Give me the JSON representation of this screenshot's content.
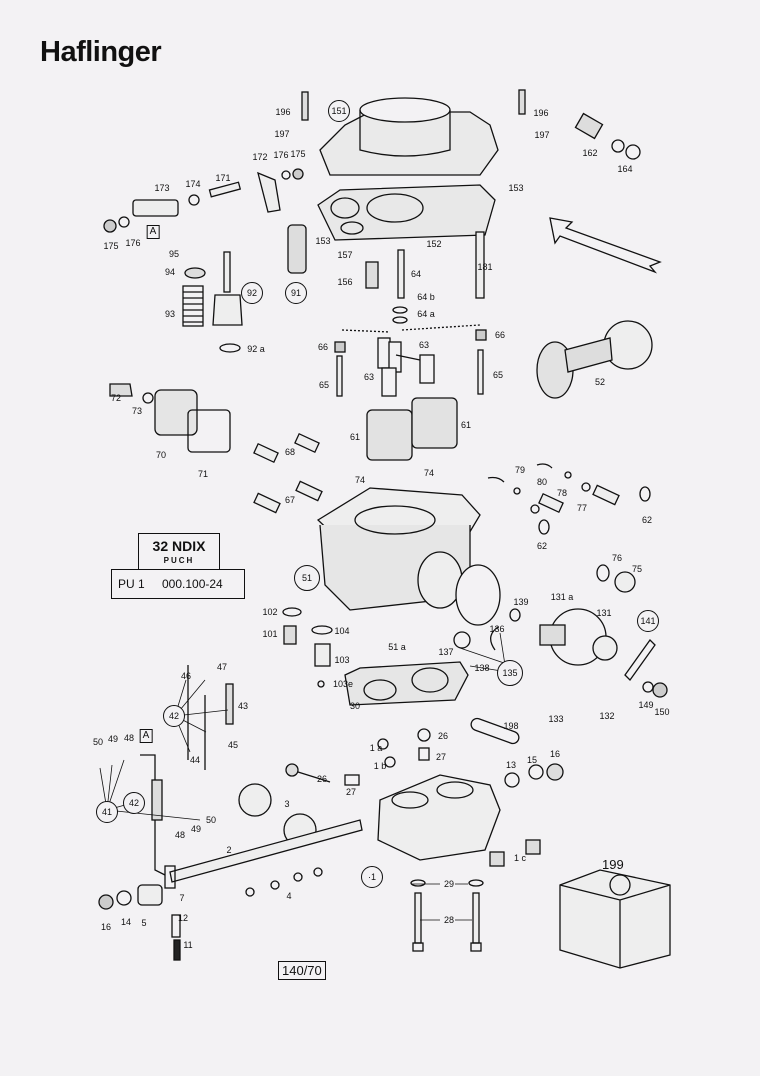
{
  "title": "Haflinger",
  "spec_box": {
    "model": "32 NDIX",
    "maker": "PUCH",
    "code": "PU 1",
    "part_number": "000.100-24"
  },
  "page_number": "140/70",
  "repair_kit_number": "199",
  "circled_labels": [
    "151",
    "92",
    "91",
    "51",
    "135",
    "141",
    "42",
    "41",
    "42b",
    "1"
  ],
  "circled_text": {
    "c151": "151",
    "c92": "92",
    "c91": "91",
    "c51": "51",
    "c135": "135",
    "c141": "141",
    "c42a": "42",
    "c41": "41",
    "c42b": "42",
    "c1": "·1"
  },
  "boxed_text": {
    "a1": "A",
    "a2": "A"
  },
  "labels": {
    "l196a": "196",
    "l197a": "197",
    "l172": "172",
    "l176a": "176",
    "l175a": "175",
    "l173": "173",
    "l174": "174",
    "l171": "171",
    "l175b": "175",
    "l176b": "176",
    "l196b": "196",
    "l197b": "197",
    "l162": "162",
    "l164": "164",
    "l153a": "153",
    "l153b": "153",
    "l157": "157",
    "l152": "152",
    "l156": "156",
    "l64": "64",
    "l181": "181",
    "l64b": "64 b",
    "l64a": "64 a",
    "l95": "95",
    "l94": "94",
    "l93": "93",
    "l92a": "92 a",
    "l66a": "66",
    "l66b": "66",
    "l63a": "63",
    "l63b": "63",
    "l65a": "65",
    "l65b": "65",
    "l52": "52",
    "l72": "72",
    "l73": "73",
    "l70": "70",
    "l71": "71",
    "l61a": "61",
    "l61b": "61",
    "l68": "68",
    "l67": "67",
    "l74a": "74",
    "l74b": "74",
    "l79": "79",
    "l80": "80",
    "l78": "78",
    "l77": "77",
    "l62a": "62",
    "l62b": "62",
    "l76": "76",
    "l75": "75",
    "l102": "102",
    "l101": "101",
    "l104": "104",
    "l103": "103",
    "l103e": "103e",
    "l51a": "51 a",
    "l30": "30",
    "l139": "139",
    "l131a": "131 a",
    "l131": "131",
    "l136": "136",
    "l137": "137",
    "l138": "138",
    "l133": "133",
    "l132": "132",
    "l149": "149",
    "l150": "150",
    "l46": "46",
    "l47": "47",
    "l43": "43",
    "l45": "45",
    "l44": "44",
    "l50a": "50",
    "l49a": "49",
    "l48a": "48",
    "l50b": "50",
    "l49b": "49",
    "l48b": "48",
    "l198": "198",
    "l1a": "1 a",
    "l1b": "1 b",
    "l26a": "26",
    "l27a": "27",
    "l26b": "26",
    "l27b": "27",
    "l13": "13",
    "l15": "15",
    "l16a": "16",
    "l3": "3",
    "l2": "2",
    "l1c": "1 c",
    "l4": "4",
    "l7": "7",
    "l16b": "16",
    "l14": "14",
    "l5": "5",
    "l12": "12",
    "l11": "11",
    "l29": "29",
    "l28": "28"
  }
}
